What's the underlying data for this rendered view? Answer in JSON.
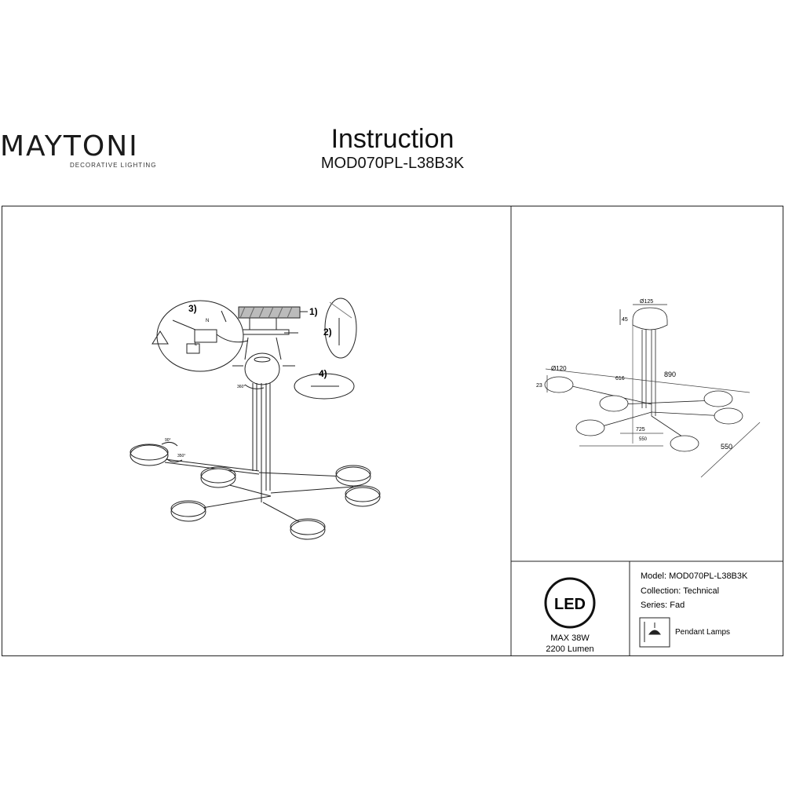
{
  "brand": {
    "name": "MAYTONI",
    "tagline": "DECORATIVE LIGHTING"
  },
  "header": {
    "title": "Instruction",
    "model_code": "MOD070PL-L38B3K"
  },
  "assembly": {
    "steps": [
      "1)",
      "2)",
      "3)",
      "4)"
    ],
    "wire_labels": [
      "N",
      "L"
    ],
    "rotation_labels": [
      "90°",
      "350°",
      "360°"
    ]
  },
  "dimensions": {
    "canopy_diameter": "Ø125",
    "canopy_height": "45",
    "shade_diameter": "Ø120",
    "shade_height": "23",
    "drop": "616",
    "width": "890",
    "span_a": "725",
    "span_b": "550",
    "depth": "550"
  },
  "specs": {
    "led_badge": "LED",
    "power": "MAX 38W",
    "lumen": "2200 Lumen",
    "model": "Model: MOD070PL-L38B3K",
    "collection": "Collection: Technical",
    "series": "Series: Fad",
    "type": "Pendant Lamps"
  }
}
